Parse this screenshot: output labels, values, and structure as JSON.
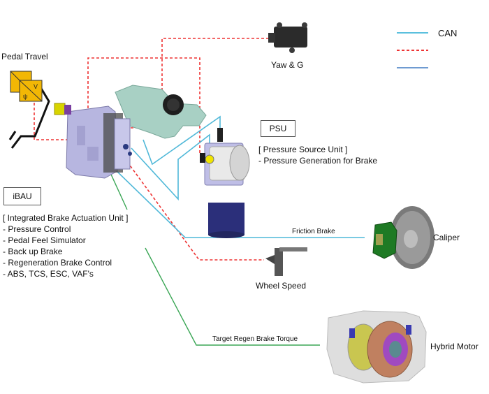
{
  "legend": {
    "items": [
      {
        "style": "solid",
        "color": "#5bc0de",
        "label": "CAN"
      },
      {
        "style": "dashed",
        "color": "#ee3333",
        "label": ""
      },
      {
        "style": "solid",
        "color": "#6f9bd1",
        "label": ""
      }
    ]
  },
  "components": {
    "pedal": {
      "label": "Pedal Travel",
      "sensor_glyphs": [
        "ψ",
        "V"
      ]
    },
    "yaw": {
      "label": "Yaw & G"
    },
    "psu": {
      "box_label": "PSU",
      "title": "[ Pressure Source Unit ]",
      "items": [
        "- Pressure Generation for Brake"
      ]
    },
    "ibau": {
      "box_label": "iBAU",
      "title": "[ Integrated Brake Actuation Unit ]",
      "items": [
        "- Pressure Control",
        "- Pedal Feel Simulator",
        "- Back up Brake",
        "- Regeneration Brake Control",
        "- ABS, TCS, ESC, VAF's"
      ]
    },
    "caliper": {
      "label": "Caliper"
    },
    "wheel_speed": {
      "label": "Wheel Speed"
    },
    "hybrid_motor": {
      "label": "Hybrid Motor"
    }
  },
  "connections": {
    "friction_brake": {
      "label": "Friction Brake",
      "color": "#5bc0de"
    },
    "regen": {
      "label": "Target Regen Brake Torque",
      "color": "#3aa655"
    },
    "sensor_color": "#ee3333"
  }
}
